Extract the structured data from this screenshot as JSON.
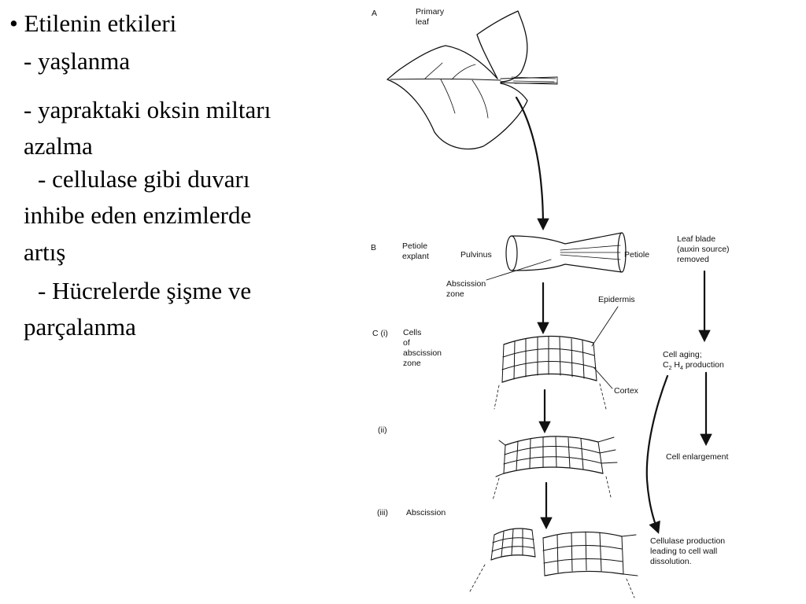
{
  "text": {
    "bullet": "•",
    "title": "Etilenin etkileri",
    "item1": "- yaşlanma",
    "item2_line1": "- yapraktaki oksin miltarı",
    "item2_line2": "azalma",
    "item3_line1": "- cellulase gibi duvarı",
    "item3_line2": "inhibe eden enzimlerde",
    "item3_line3": "artış",
    "item4_line1": "- Hücrelerde şişme ve",
    "item4_line2": "parçalanma"
  },
  "diagram": {
    "panel_a": "A",
    "primary_leaf_1": "Primary",
    "primary_leaf_2": "leaf",
    "panel_b": "B",
    "petiole_explant_1": "Petiole",
    "petiole_explant_2": "explant",
    "pulvinus": "Pulvinus",
    "petiole": "Petiole",
    "leaf_blade_1": "Leaf blade",
    "leaf_blade_2": "(auxin source)",
    "leaf_blade_3": "removed",
    "abscission_zone_1": "Abscission",
    "abscission_zone_2": "zone",
    "panel_ci": "C (i)",
    "cells_1": "Cells",
    "cells_2": "of",
    "cells_3": "abscission",
    "cells_4": "zone",
    "epidermis": "Epidermis",
    "cortex": "Cortex",
    "cell_aging_1": "Cell aging;",
    "cell_aging_c": "C",
    "cell_aging_sub1": "2",
    "cell_aging_h": " H",
    "cell_aging_sub2": "4",
    "cell_aging_rest": " production",
    "panel_ii": "(ii)",
    "cell_enlargement": "Cell enlargement",
    "panel_iii": "(iii)",
    "abscission": "Abscission",
    "cellulase_1": "Cellulase production",
    "cellulase_2": "leading to cell wall",
    "cellulase_3": "dissolution."
  }
}
